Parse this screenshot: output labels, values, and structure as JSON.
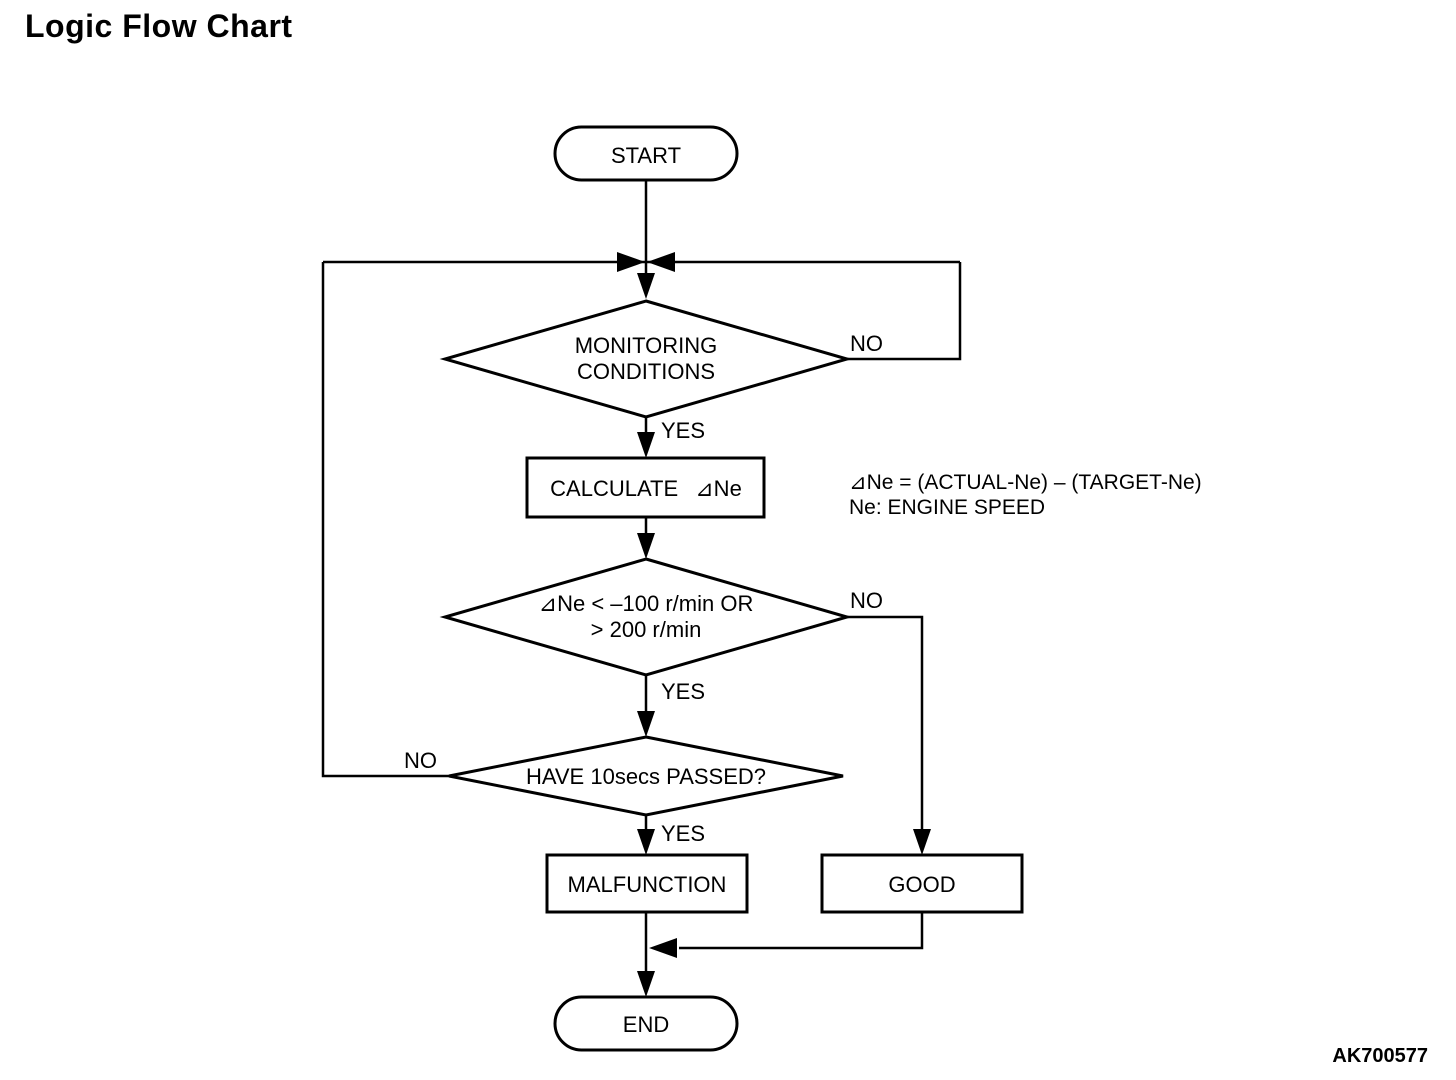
{
  "title": "Logic Flow Chart",
  "figure_code": "AK700577",
  "flowchart": {
    "type": "logic-flow",
    "colors": {
      "line": "#000000",
      "background": "#ffffff"
    },
    "nodes": {
      "start": "START",
      "monitoring": {
        "line1": "MONITORING",
        "line2": "CONDITIONS"
      },
      "calculate": "CALCULATE  ⊿Ne",
      "delta_check": {
        "line1": "⊿Ne < –100 r/min OR",
        "line2": "> 200 r/min"
      },
      "passed_check": "HAVE 10secs PASSED?",
      "malfunction": "MALFUNCTION",
      "good": "GOOD",
      "end": "END"
    },
    "branch_labels": {
      "monitoring_no": "NO",
      "monitoring_yes": "YES",
      "delta_no": "NO",
      "delta_yes": "YES",
      "passed_no": "NO",
      "passed_yes": "YES"
    },
    "annotation": {
      "line1": "⊿Ne = (ACTUAL-Ne) – (TARGET-Ne)",
      "line2": "Ne: ENGINE SPEED"
    }
  }
}
